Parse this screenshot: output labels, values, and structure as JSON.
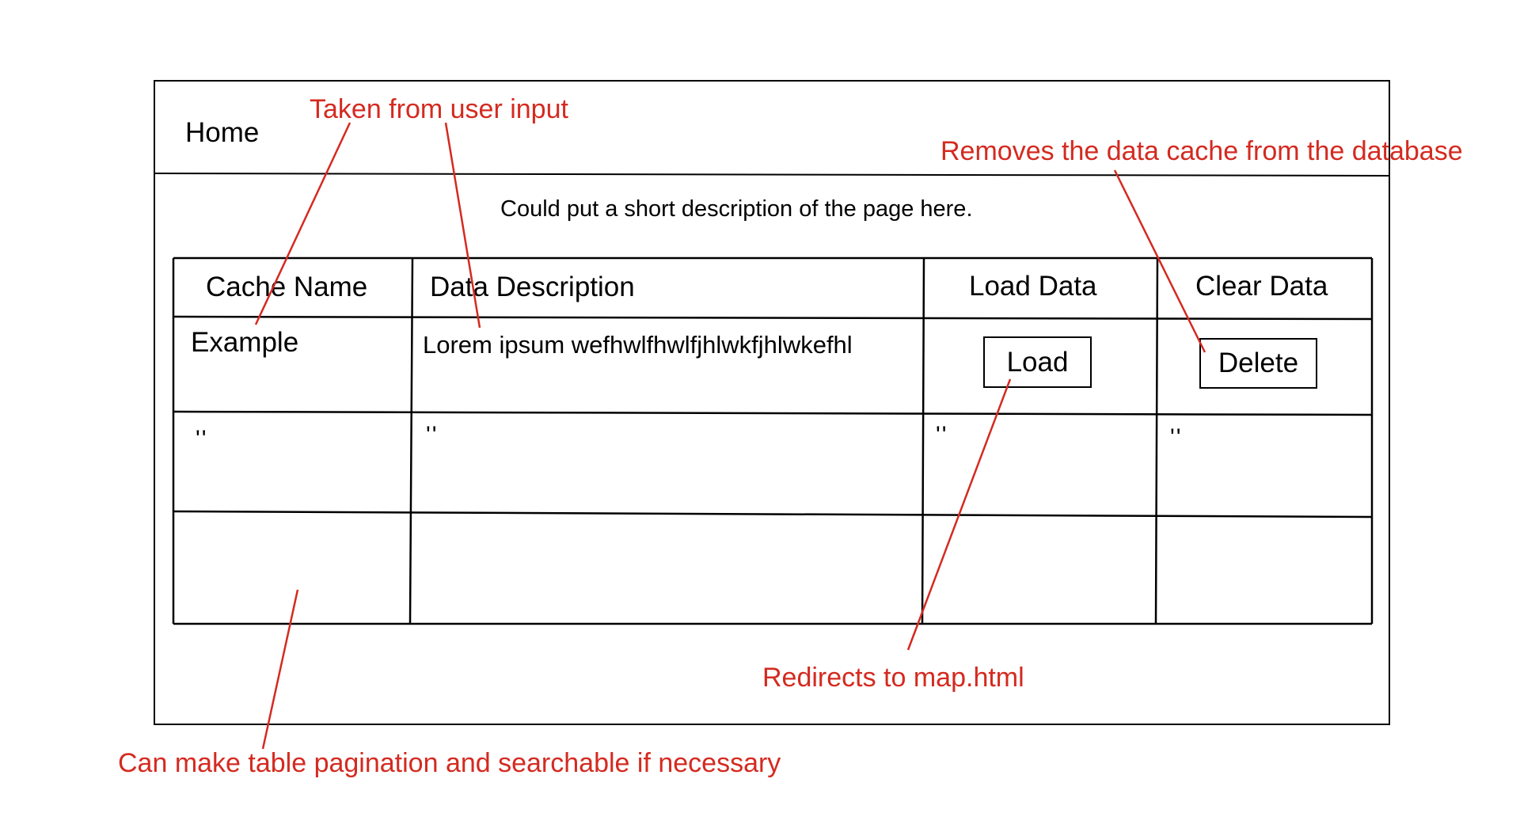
{
  "header": {
    "home_label": "Home"
  },
  "page": {
    "description": "Could put a short description of the page here."
  },
  "table": {
    "columns": [
      "Cache Name",
      "Data Description",
      "Load Data",
      "Clear Data"
    ],
    "rows": [
      {
        "cache_name": "Example",
        "data_description": "Lorem ipsum wefhwlfhwlfjhlwkfjhlwkefhl",
        "load_label": "Load",
        "delete_label": "Delete"
      },
      {
        "cache_name": "''",
        "data_description": "''",
        "load": "''",
        "clear": "''"
      }
    ]
  },
  "annotations": {
    "user_input": "Taken from user input",
    "removes_cache": "Removes the data cache from the database",
    "redirects": "Redirects to map.html",
    "pagination": "Can make table pagination and searchable if necessary"
  },
  "colors": {
    "annotation": "#d42a20",
    "lines": "#000000"
  }
}
